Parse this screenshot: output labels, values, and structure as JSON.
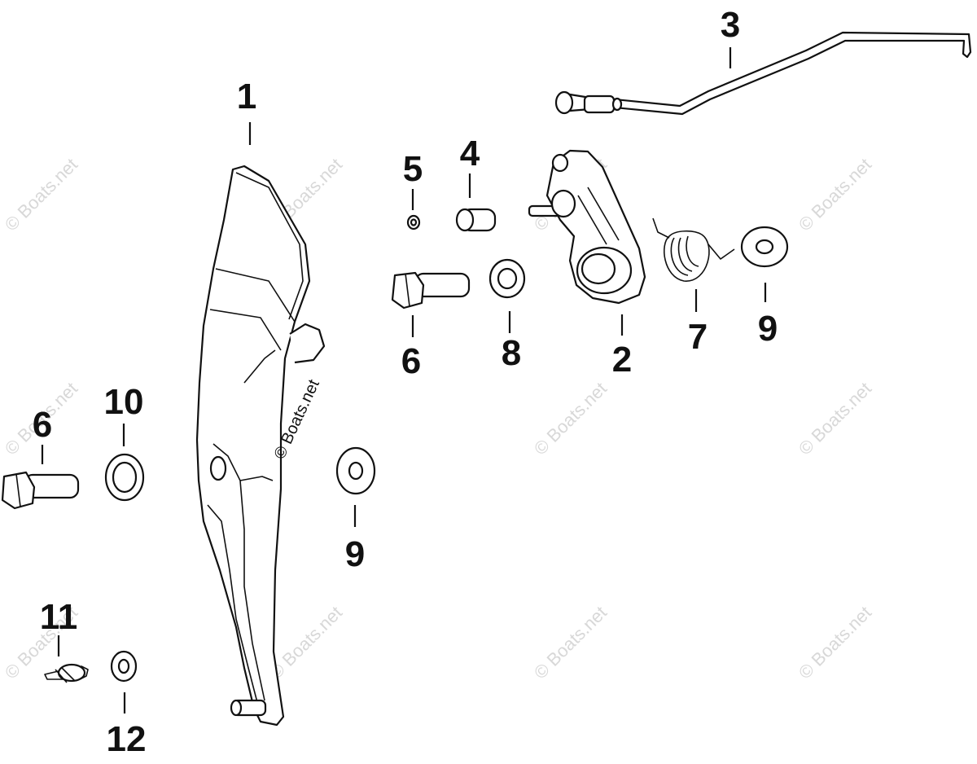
{
  "callouts": {
    "p1": "1",
    "p2": "2",
    "p3": "3",
    "p4": "4",
    "p5": "5",
    "p6_a": "6",
    "p6_b": "6",
    "p7": "7",
    "p8": "8",
    "p9_a": "9",
    "p9_b": "9",
    "p10": "10",
    "p11": "11",
    "p12": "12"
  },
  "watermark": {
    "text": "© Boats.net",
    "color_light": "#d8d8d8",
    "color_dark": "#111111"
  }
}
